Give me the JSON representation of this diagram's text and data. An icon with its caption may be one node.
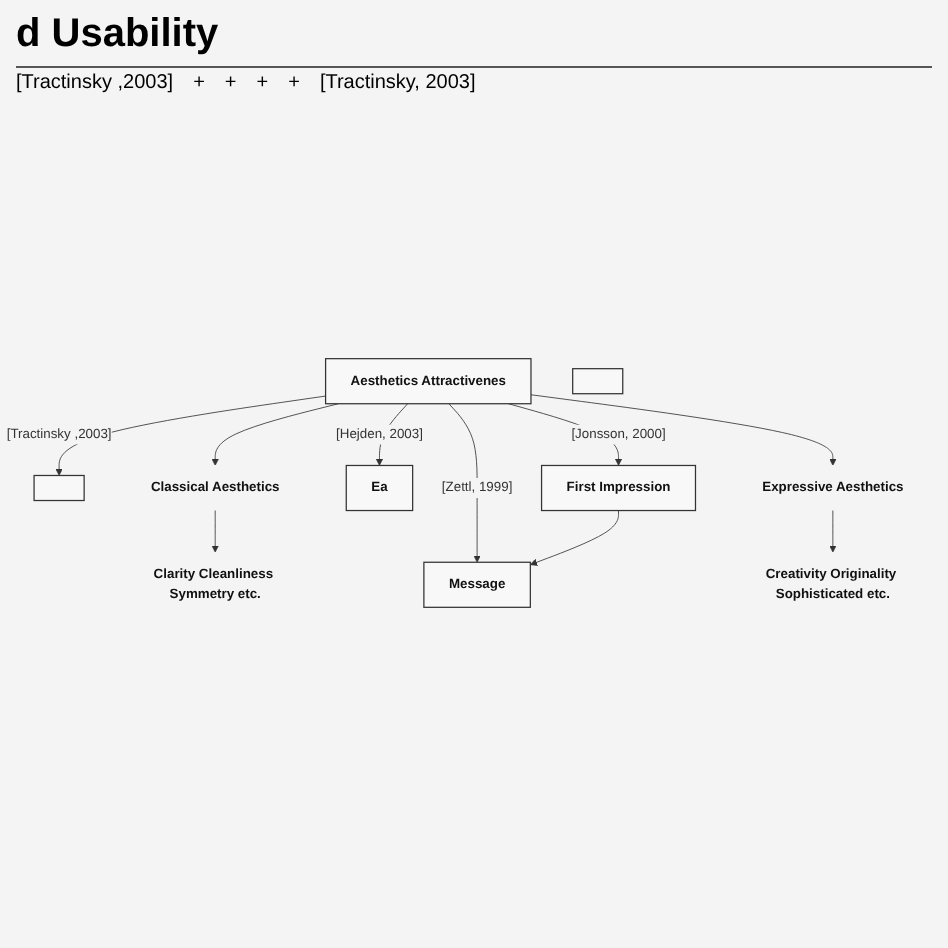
{
  "diagram": {
    "title": "d Usability",
    "nodes": [
      {
        "text": [],
        "shape": "box"
      },
      {
        "text": [
          "Clarity Cleanliness Symmetry etc."
        ]
      },
      {
        "text": [
          "Classical Aesthetics"
        ]
      },
      {
        "text": [
          "Aesthetics Attractivenes"
        ]
      },
      {
        "text": [
          "Message"
        ]
      },
      {
        "text": [],
        "shape": "box"
      },
      {
        "text": [
          "Ea"
        ]
      },
      {
        "text": [
          "Expressive Aesthetics"
        ]
      },
      {
        "text": [
          "First Impression"
        ]
      },
      {
        "text": [
          "Creativity Originality Sophisticated etc."
        ]
      }
    ],
    "edges": [
      {
        "from": 3,
        "to": 2,
        "arrow": "to"
      },
      {
        "from": 2,
        "to": 1,
        "arrow": "to"
      },
      {
        "from": 3,
        "to": 0,
        "arrow": "to",
        "label": "[Tractinsky ,2003]"
      },
      {
        "from": 3,
        "to": 4,
        "arrow": "to",
        "label": "[Zettl, 1999]"
      },
      {
        "from": 3,
        "to": 8,
        "arrow": "to",
        "label": "[Jonsson, 2000]"
      },
      {
        "from": 3,
        "to": 7,
        "arrow": "to"
      },
      {
        "from": 3,
        "to": 6,
        "arrow": "to",
        "label": "[Hejden, 2003]"
      },
      {
        "from": 8,
        "to": 4,
        "arrow": "to"
      },
      {
        "from": 7,
        "to": 9,
        "arrow": "to"
      }
    ],
    "labels": [
      "[Tractinsky ,2003]",
      "+",
      "+",
      "+",
      "+",
      "[Tractinsky, 2003]"
    ]
  }
}
